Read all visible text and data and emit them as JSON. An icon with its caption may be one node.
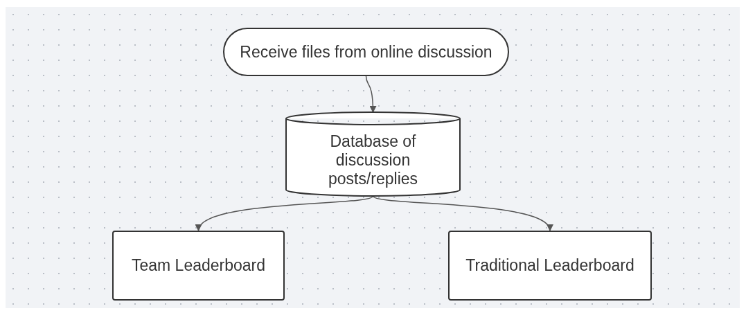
{
  "diagram": {
    "nodes": [
      {
        "text": [
          "Receive files from online discussion"
        ]
      },
      {
        "text": [
          "Database of discussion posts/replies"
        ]
      },
      {
        "text": [
          "Team Leaderboard"
        ]
      },
      {
        "text": [
          "Traditional Leaderboard"
        ]
      }
    ],
    "edges": [
      {
        "from": 0,
        "to": 1,
        "arrow": "to"
      },
      {
        "from": 1,
        "to": 2,
        "arrow": "to"
      },
      {
        "from": 1,
        "to": 3,
        "arrow": "to"
      }
    ]
  }
}
